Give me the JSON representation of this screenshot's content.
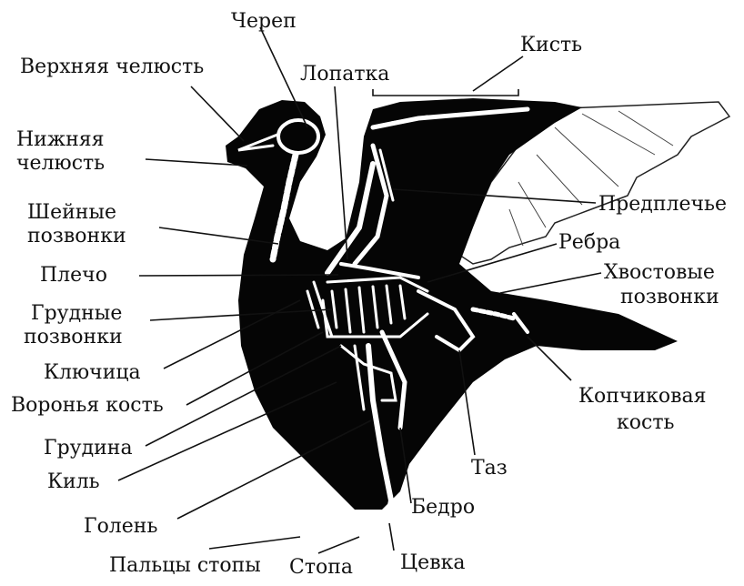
{
  "colors": {
    "silhouette": "#050505",
    "bone": "#ffffff",
    "line": "#111111",
    "feather_stroke": "#222222"
  },
  "labels": {
    "upper_jaw": "Верхняя челюсть",
    "skull": "Череп",
    "hand": "Кисть",
    "scapula": "Лопатка",
    "lower_jaw_1": "Нижняя",
    "lower_jaw_2": "челюсть",
    "forearm": "Предплечье",
    "neck_vert_1": "Шейные",
    "neck_vert_2": "позвонки",
    "ribs": "Ребра",
    "shoulder": "Плечо",
    "tail_vert_1": "Хвостовые",
    "tail_vert_2": "позвонки",
    "thoracic_vert_1": "Грудные",
    "thoracic_vert_2": "позвонки",
    "clavicle": "Ключица",
    "coracoid": "Воронья кость",
    "pygostyle_1": "Копчиковая",
    "pygostyle_2": "кость",
    "sternum": "Грудина",
    "keel": "Киль",
    "pelvis": "Таз",
    "tibia": "Голень",
    "femur": "Бедро",
    "toes": "Пальцы стопы",
    "foot": "Стопа",
    "tarsus": "Цевка"
  }
}
